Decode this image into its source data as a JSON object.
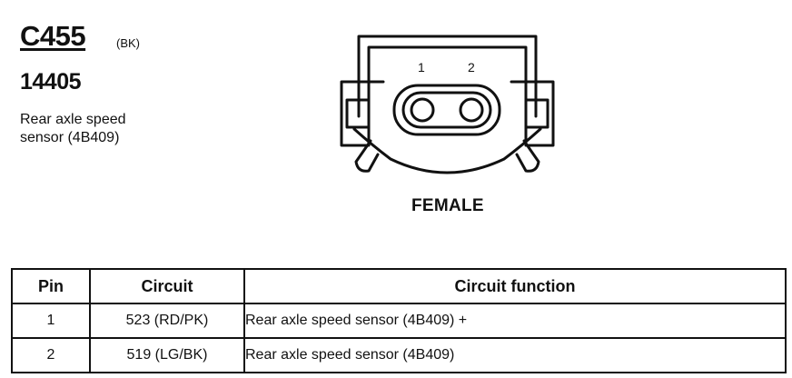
{
  "header": {
    "connector_id": "C455",
    "connector_color": "(BK)",
    "part_number": "14405",
    "description_line1": "Rear axle speed",
    "description_line2": "sensor (4B409)"
  },
  "diagram": {
    "pin_labels": [
      "1",
      "2"
    ],
    "view": "FEMALE"
  },
  "table": {
    "headers": [
      "Pin",
      "Circuit",
      "Circuit function"
    ],
    "rows": [
      {
        "pin": "1",
        "circuit": "523 (RD/PK)",
        "function": "Rear axle speed sensor (4B409) +"
      },
      {
        "pin": "2",
        "circuit": "519 (LG/BK)",
        "function": "Rear axle speed sensor (4B409)"
      }
    ]
  }
}
